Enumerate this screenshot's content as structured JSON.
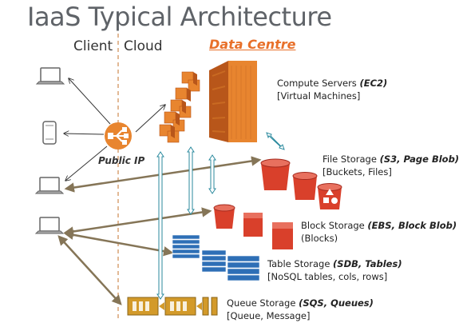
{
  "title": "IaaS Typical Architecture",
  "regions": {
    "client": "Client",
    "cloud": "Cloud",
    "data_centre": "Data Centre"
  },
  "public_ip": "Public IP",
  "services": {
    "compute": {
      "name": "Compute Servers",
      "tech": "(EC2)",
      "detail": "[Virtual Machines]"
    },
    "file": {
      "name": "File Storage",
      "tech": "(S3, Page Blob)",
      "detail": "[Buckets, Files]"
    },
    "block": {
      "name": "Block Storage",
      "tech": "(EBS, Block Blob)",
      "detail": "(Blocks)"
    },
    "table": {
      "name": "Table Storage",
      "tech": "(SDB, Tables)",
      "detail": "[NoSQL tables, cols, rows]"
    },
    "queue": {
      "name": "Queue Storage",
      "tech": "(SQS, Queues)",
      "detail": "[Queue, Message]"
    }
  },
  "colors": {
    "orange": "#e8852f",
    "orange_dark": "#b8561a",
    "red": "#d9402b",
    "blue": "#2e6fb6",
    "gold": "#d39a2a",
    "arrow_brown": "#857557",
    "arrow_teal": "#2b8a9e",
    "divider": "#d9a273"
  }
}
